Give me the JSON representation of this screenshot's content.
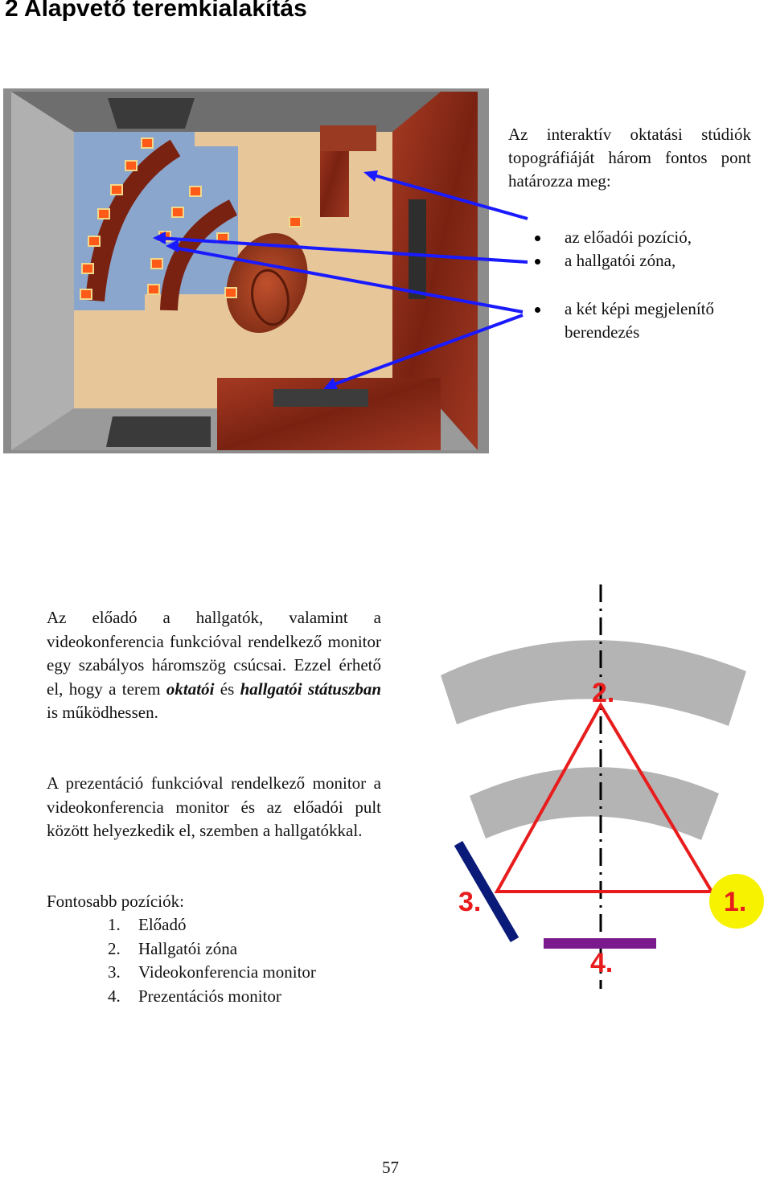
{
  "heading": "2 Alapvető teremkialakítás",
  "intro": "Az interaktív oktatási stúdiók topográfiáját három fontos pont határozza meg:",
  "bullets": [
    "az előadói pozíció,",
    "a hallgatói zóna,",
    "a két képi megjelenítő berendezés"
  ],
  "para1": {
    "text1": "Az előadó a hallgatók, valamint a videokonferencia funkcióval rendelkező monitor egy szabályos háromszög csúcsai. Ezzel érhető el, hogy a terem ",
    "em1": "oktatói",
    "text2": " és ",
    "em2": "hallgatói státuszban",
    "text3": " is működhessen."
  },
  "para2": "A prezentáció funkcióval rendelkező monitor a videokonferencia monitor és az előadói pult között helyezkedik el, szemben a hallgatókkal.",
  "positions_title": "Fontosabb pozíciók:",
  "positions": [
    {
      "num": "1.",
      "label": "Előadó"
    },
    {
      "num": "2.",
      "label": "Hallgatói zóna"
    },
    {
      "num": "3.",
      "label": "Videokonferencia monitor"
    },
    {
      "num": "4.",
      "label": "Prezentációs monitor"
    }
  ],
  "diagram": {
    "labels": {
      "one": "1.",
      "two": "2.",
      "three": "3.",
      "four": "4."
    },
    "colors": {
      "triangle": "#e81c1c",
      "arc": "#b4b4b4",
      "video_monitor": "#0a1a78",
      "presentation_monitor": "#7a1a8c",
      "presenter_circle": "#f7f200"
    }
  },
  "room_colors": {
    "floor": "#e7c79a",
    "carpet": "#8aa6cc",
    "wood": "#8a2a18",
    "chairs": "#ff5a18",
    "wall": "#a8a8a8",
    "arrows": "#1a1aff"
  },
  "page_number": "57"
}
